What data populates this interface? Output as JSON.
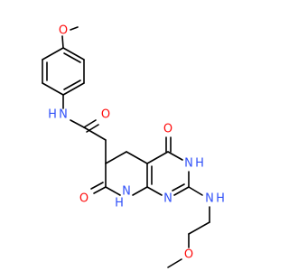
{
  "structure": {
    "colors": {
      "oxygen": "#ff0d0d",
      "nitrogen": "#3050f8",
      "carbon_bond": "#000000",
      "background": "#ffffff"
    },
    "labels": {
      "methoxy_o_top": "O",
      "amide_nh": "N\nH",
      "amide_o": "O",
      "pyrimidinone_o": "O",
      "n3_h": "N\nH",
      "lactam_o": "O",
      "n8_h": "N\nH",
      "n1": "N",
      "amino_nh": "N\nH",
      "ether_o_bottom": "O"
    },
    "label_text": {
      "methoxy_o_top": "O",
      "amide_nh_n": "N",
      "amide_nh_h": "H",
      "amide_o": "O",
      "pyrimidinone_o": "O",
      "n3_n": "N",
      "n3_h": "H",
      "lactam_o": "O",
      "n8_n": "N",
      "n8_h": "H",
      "n1": "N",
      "amino_n": "N",
      "amino_h": "H",
      "ether_o_bottom": "O"
    }
  }
}
